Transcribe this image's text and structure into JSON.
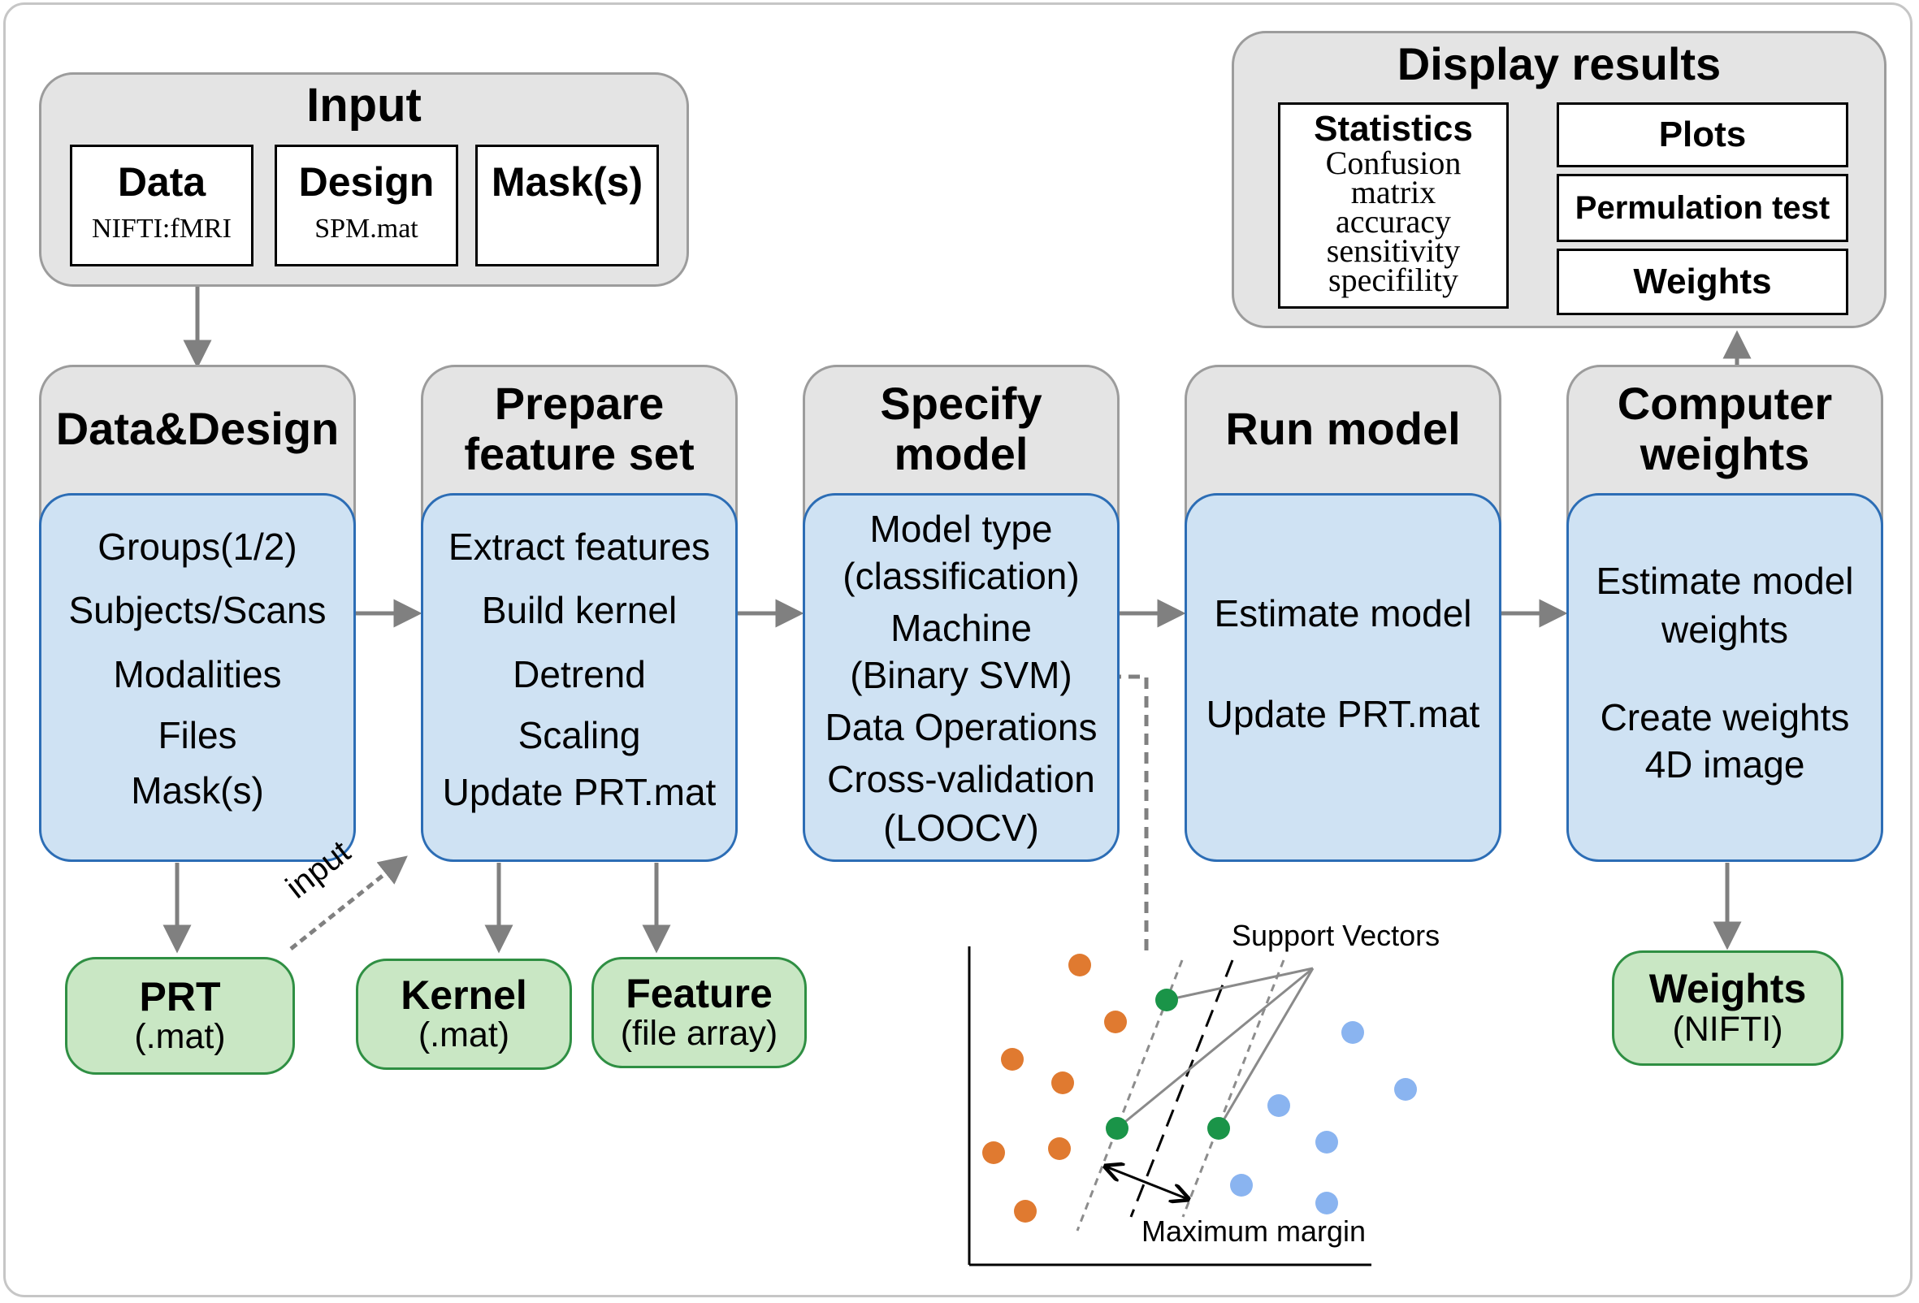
{
  "input": {
    "title": "Input",
    "data": {
      "title": "Data",
      "sub": "NIFTI:fMRI"
    },
    "design": {
      "title": "Design",
      "sub": "SPM.mat"
    },
    "mask": {
      "title": "Mask(s)"
    }
  },
  "display": {
    "title": "Display results",
    "statistics": {
      "title": "Statistics",
      "lines": [
        "Confusion",
        "matrix",
        "accuracy",
        "sensitivity",
        "specifility"
      ]
    },
    "plots": "Plots",
    "permutation": "Permulation test",
    "weights": "Weights"
  },
  "pipeline": [
    {
      "title": [
        "Data&Design"
      ],
      "items": [
        "Groups(1/2)",
        "Subjects/Scans",
        "Modalities",
        "Files",
        "Mask(s)"
      ]
    },
    {
      "title": [
        "Prepare",
        "feature set"
      ],
      "items": [
        "Extract features",
        "Build kernel",
        "Detrend",
        "Scaling",
        "Update PRT.mat"
      ]
    },
    {
      "title": [
        "Specify",
        "model"
      ],
      "items": [
        "Model type",
        "(classification)",
        "Machine",
        "(Binary SVM)",
        "Data Operations",
        "Cross-validation",
        "(LOOCV)"
      ]
    },
    {
      "title": [
        "Run model"
      ],
      "items": [
        "Estimate model",
        "Update PRT.mat"
      ]
    },
    {
      "title": [
        "Computer",
        "weights"
      ],
      "items": [
        "Estimate model",
        "weights",
        "Create weights",
        "4D image"
      ]
    }
  ],
  "outputs": {
    "prt": {
      "title": "PRT",
      "sub": "(.mat)"
    },
    "kernel": {
      "title": "Kernel",
      "sub": "(.mat)"
    },
    "feature": {
      "title": "Feature",
      "sub": "(file array)"
    },
    "weights": {
      "title": "Weights",
      "sub": "(NIFTI)"
    }
  },
  "input_arrow_label": "input",
  "svm": {
    "support_vectors_label": "Support Vectors",
    "max_margin_label": "Maximum margin",
    "colors": {
      "class_a": "#e07a30",
      "class_b": "#8ab4f0",
      "support": "#1a9448"
    }
  }
}
